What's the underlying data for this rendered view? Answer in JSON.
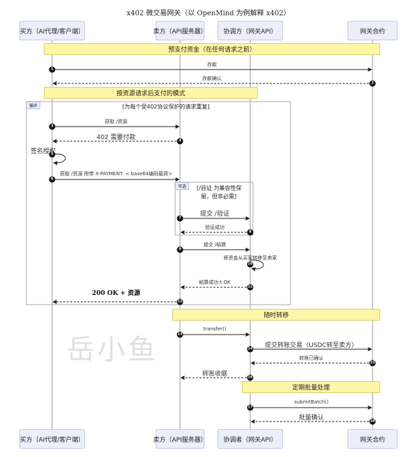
{
  "title": "x402 微交易网关（以 OpenMind 为例解释 x402）",
  "watermark": "岳小鱼",
  "actors": {
    "buyer_top": "买方（AI代理/客户端）",
    "seller_top": "卖方（API服务器）",
    "coordinator_top": "协调方（网关API）",
    "contract_top": "网关合约",
    "buyer_bottom": "买方（AI代理/客户端）",
    "seller_bottom": "卖方（API服务器）",
    "coordinator_bottom": "协调者（网关API）",
    "contract_bottom": "网关合约"
  },
  "notes": {
    "prefund": "预支付资金（在任何请求之前）",
    "pay_per_request": "按资源请求后支付的模式",
    "instant_transfer": "随时转移",
    "batch": "定期批量处理"
  },
  "frames": {
    "loop_tag": "循环",
    "loop_condition": "[为每个受402协议保护的请求重复]",
    "opt_tag": "可选",
    "opt_condition_1": "[/验证 为兼容性保",
    "opt_condition_2": "留，但非必需]"
  },
  "messages": [
    {
      "num": "1",
      "label": "存款"
    },
    {
      "num": "2",
      "label": "存款确认"
    },
    {
      "num": "3",
      "label": "获取 /资源"
    },
    {
      "num": "4",
      "label": "402 需要付款"
    },
    {
      "num": "5",
      "label": "签名授权"
    },
    {
      "num": "6",
      "label": "获取 /资源 附带 X-PAYMENT: < base64编码载荷>"
    },
    {
      "num": "7",
      "label": "提交 /验证"
    },
    {
      "num": "8",
      "label": "验证成功"
    },
    {
      "num": "9",
      "label": "提交 /结算"
    },
    {
      "num": "10",
      "label": "将资金从买家转移至卖家"
    },
    {
      "num": "11",
      "label": "结算成功:t OK"
    },
    {
      "num": "12",
      "label": "200 OK + 资源"
    },
    {
      "num": "13",
      "label": "transfer()"
    },
    {
      "num": "14",
      "label": "提交转账交易（USDC转至卖方）"
    },
    {
      "num": "15",
      "label": "转账已确认"
    },
    {
      "num": "16",
      "label": "转账收据"
    },
    {
      "num": "17",
      "label": "submitBatch()"
    },
    {
      "num": "18",
      "label": "批量确认"
    }
  ]
}
